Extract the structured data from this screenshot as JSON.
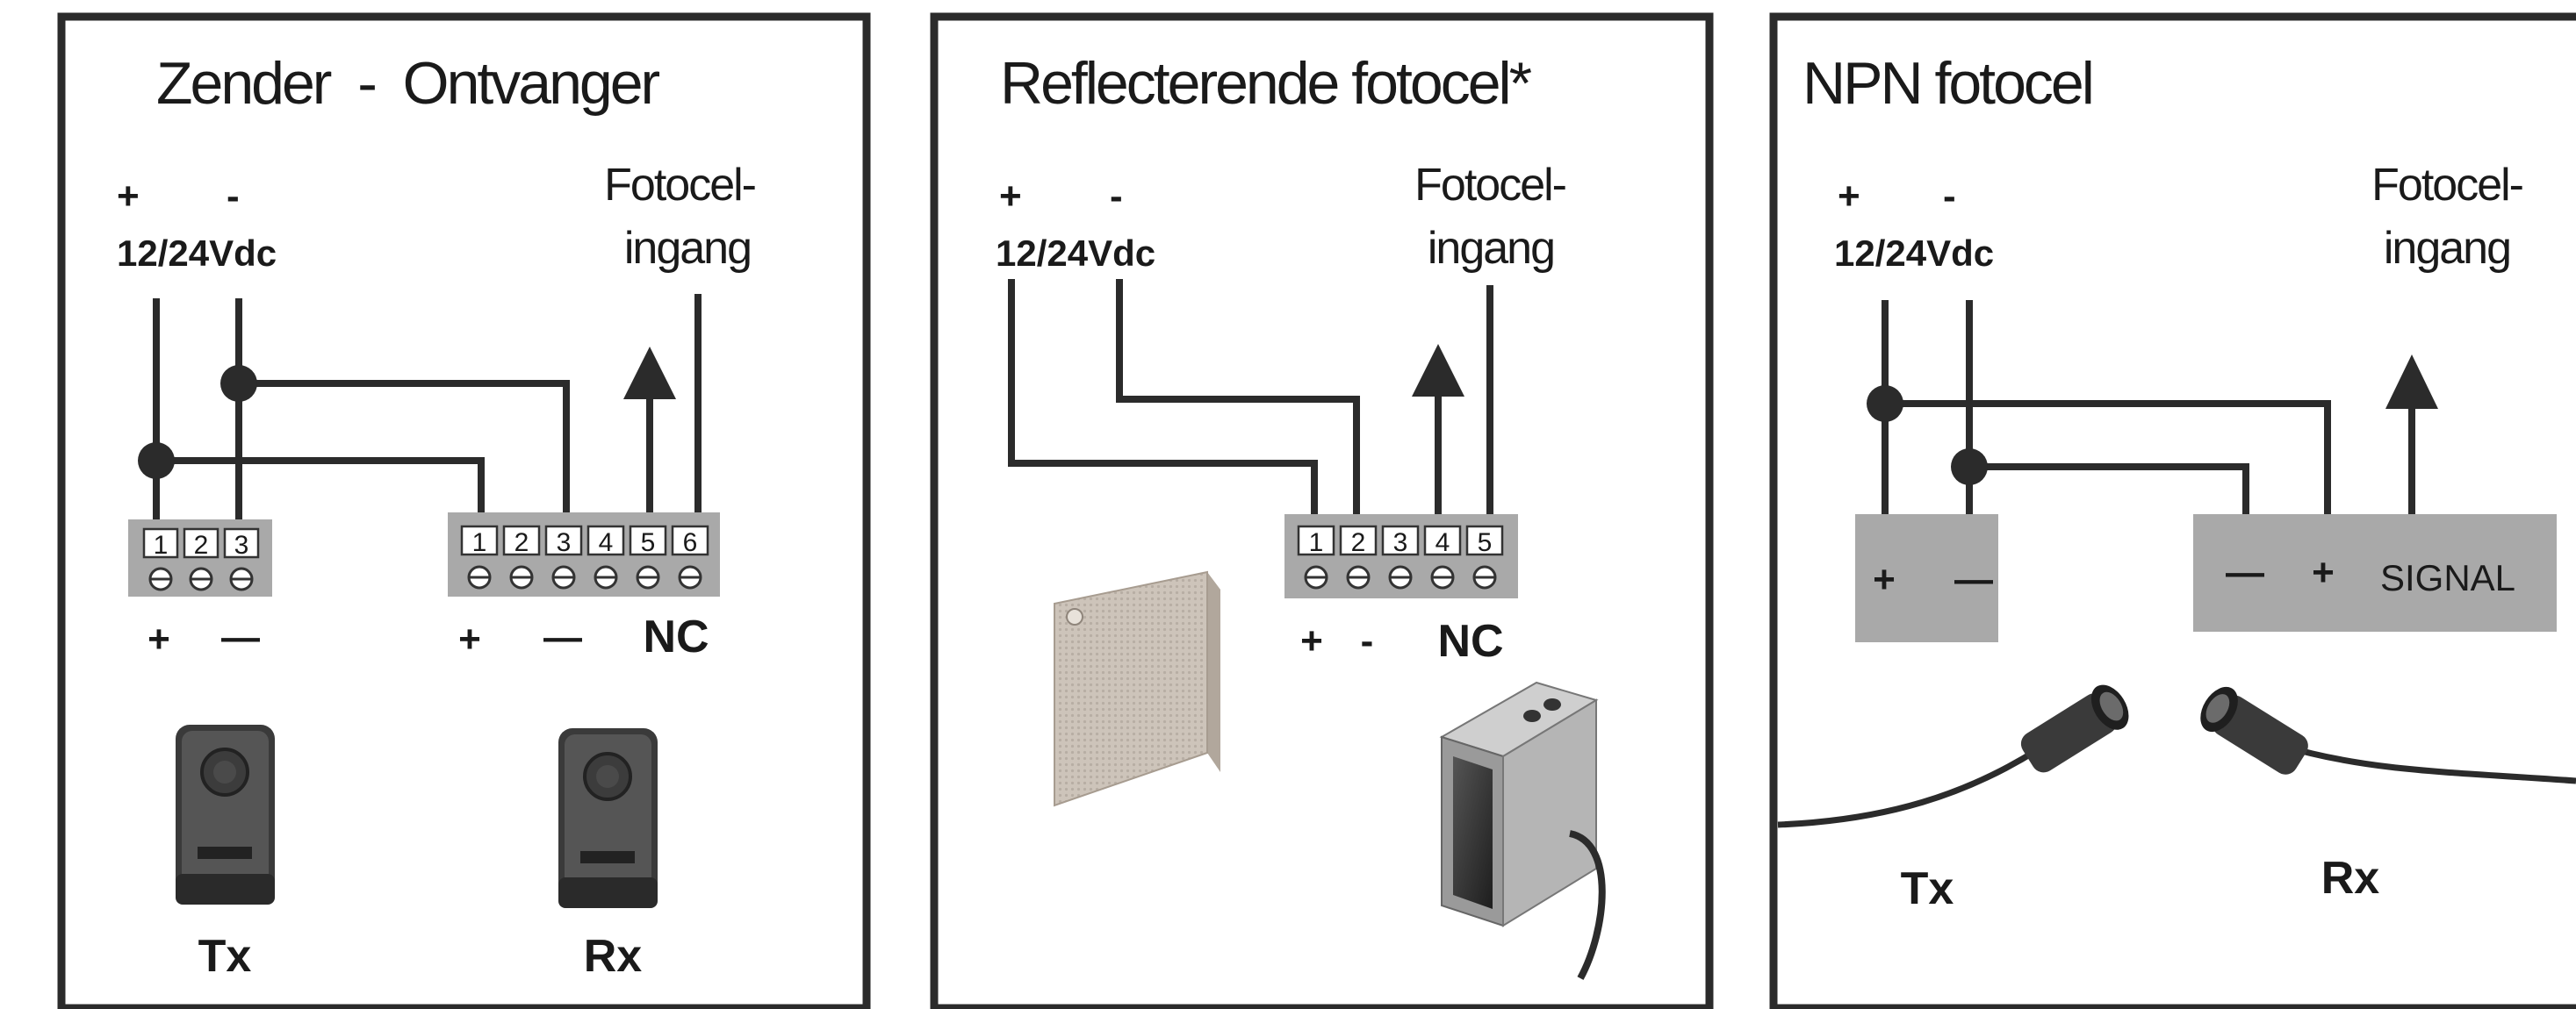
{
  "panels": [
    {
      "title": "Zender  -  Ontvanger",
      "supply_plus": "+",
      "supply_minus": "-",
      "supply_voltage": "12/24Vdc",
      "input_line1": "Fotocel-",
      "input_line2": "ingang",
      "tx_terminals": [
        "1",
        "2",
        "3"
      ],
      "tx_plus": "+",
      "tx_minus": "—",
      "rx_terminals": [
        "1",
        "2",
        "3",
        "4",
        "5",
        "6"
      ],
      "rx_plus": "+",
      "rx_minus": "—",
      "rx_nc": "NC",
      "tx_label": "Tx",
      "rx_label": "Rx"
    },
    {
      "title": "Reflecterende fotocel*",
      "supply_plus": "+",
      "supply_minus": "-",
      "supply_voltage": "12/24Vdc",
      "input_line1": "Fotocel-",
      "input_line2": "ingang",
      "terminals": [
        "1",
        "2",
        "3",
        "4",
        "5"
      ],
      "plus": "+",
      "minus": "-",
      "nc": "NC"
    },
    {
      "title": "NPN fotocel",
      "supply_plus": "+",
      "supply_minus": "-",
      "supply_voltage": "12/24Vdc",
      "input_line1": "Fotocel-",
      "input_line2": "ingang",
      "tx_plus": "+",
      "tx_minus": "—",
      "rx_minus": "—",
      "rx_plus": "+",
      "rx_signal": "SIGNAL",
      "tx_label": "Tx",
      "rx_label": "Rx"
    }
  ],
  "colors": {
    "line": "#2b2b2b",
    "terminal_block": "#a9a9a9",
    "device_dark": "#3a3a3a",
    "reflector": "#c9c0b6"
  }
}
